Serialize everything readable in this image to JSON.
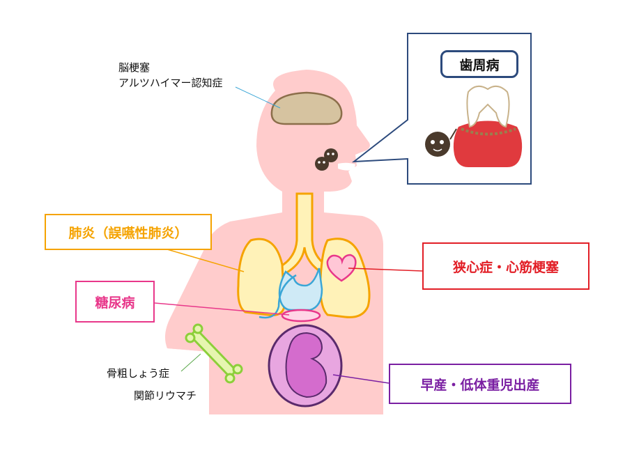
{
  "labels": {
    "brain_line1": "脳梗塞",
    "brain_line2": "アルツハイマー認知症",
    "bone_line1": "骨粗しょう症",
    "bone_line2": "関節リウマチ"
  },
  "boxes": {
    "pneumonia": {
      "text": "肺炎（誤嚥性肺炎）",
      "color": "#f5a300"
    },
    "diabetes": {
      "text": "糖尿病",
      "color": "#e8378a"
    },
    "angina": {
      "text": "狭心症・心筋梗塞",
      "color": "#e21e26"
    },
    "preterm": {
      "text": "早産・低体重児出産",
      "color": "#7a1fa2"
    }
  },
  "callout": {
    "title": "歯周病",
    "border_color": "#2c4a7c"
  },
  "colors": {
    "body": "#ffcccc",
    "lung": "#fff2b8",
    "lung_outline": "#f5a300",
    "stomach": "#cfeaf6",
    "stomach_outline": "#3aa6d6",
    "brain": "#d6c3a0"
  }
}
